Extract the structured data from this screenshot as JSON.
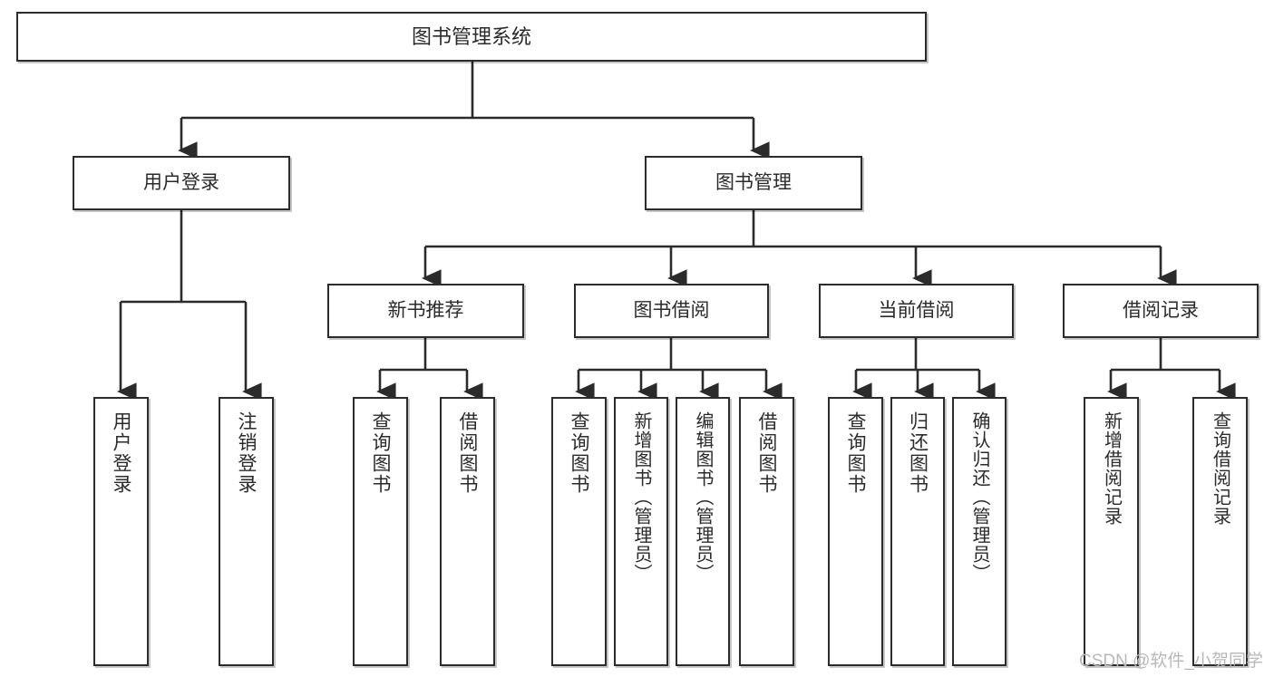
{
  "diagram": {
    "title": "图书管理系统",
    "style": {
      "line_color": "#2b2b2b",
      "box_fill": "#ffffff",
      "text_color": "#2b2b2b",
      "watermark_color": "#b8b8b8"
    },
    "root": {
      "label": "图书管理系统"
    },
    "level2": [
      {
        "label": "用户登录"
      },
      {
        "label": "图书管理"
      }
    ],
    "level3": [
      {
        "label": "新书推荐"
      },
      {
        "label": "图书借阅"
      },
      {
        "label": "当前借阅"
      },
      {
        "label": "借阅记录"
      }
    ],
    "leaves": [
      {
        "label": "用户登录",
        "parent": "用户登录"
      },
      {
        "label": "注销登录",
        "parent": "用户登录"
      },
      {
        "label": "查询图书",
        "parent": "新书推荐"
      },
      {
        "label": "借阅图书",
        "parent": "新书推荐"
      },
      {
        "label": "查询图书",
        "parent": "图书借阅"
      },
      {
        "label": "新增图书（管理员）",
        "parent": "图书借阅"
      },
      {
        "label": "编辑图书（管理员）",
        "parent": "图书借阅"
      },
      {
        "label": "借阅图书",
        "parent": "图书借阅"
      },
      {
        "label": "查询图书",
        "parent": "当前借阅"
      },
      {
        "label": "归还图书",
        "parent": "当前借阅"
      },
      {
        "label": "确认归还（管理员）",
        "parent": "当前借阅"
      },
      {
        "label": "新增借阅记录",
        "parent": "借阅记录"
      },
      {
        "label": "查询借阅记录",
        "parent": "借阅记录"
      }
    ],
    "watermark": "CSDN @软件_小贺同学"
  }
}
